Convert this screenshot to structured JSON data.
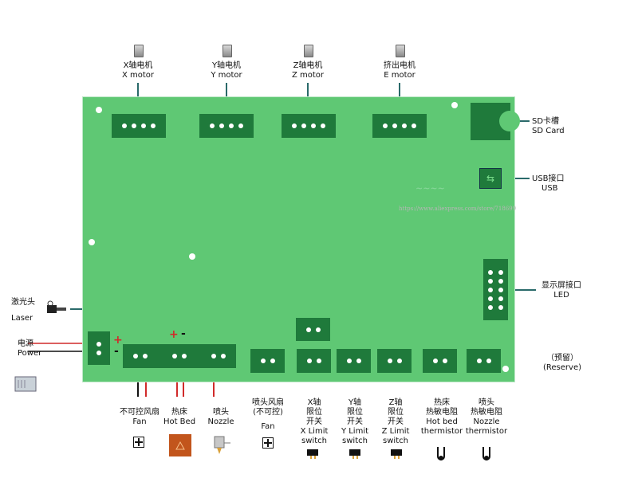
{
  "motors": [
    {
      "cn": "X轴电机",
      "en": "X motor"
    },
    {
      "cn": "Y轴电机",
      "en": "Y motor"
    },
    {
      "cn": "Z轴电机",
      "en": "Z motor"
    },
    {
      "cn": "挤出电机",
      "en": "E motor"
    }
  ],
  "right_labels": {
    "sd_cn": "SD卡槽",
    "sd_en": "SD Card",
    "usb_cn": "USB接口",
    "usb_en": "USB",
    "lcd_cn": "显示屏接口",
    "lcd_en": "LED",
    "reserve_cn": "（预留）",
    "reserve_en": "(Reserve)"
  },
  "left_labels": {
    "laser_cn": "激光头",
    "laser_en": "Laser",
    "power_cn": "电源",
    "power_en": "Power"
  },
  "polarity": {
    "plus": "+",
    "minus": "-"
  },
  "bottom_labels": [
    {
      "lines": [
        "不可控风扇",
        "Fan"
      ],
      "icon": "fan-icon"
    },
    {
      "lines": [
        "热床",
        "Hot Bed"
      ],
      "icon": "hot-bed-icon"
    },
    {
      "lines": [
        "喷头",
        "Nozzle"
      ],
      "icon": "nozzle-icon"
    },
    {
      "lines": [
        "喷头风扇",
        "(不可控)",
        "",
        "Fan"
      ],
      "icon": "fan-icon"
    },
    {
      "lines": [
        "X轴",
        "限位",
        "开关",
        "X Limit",
        "switch"
      ],
      "icon": "limit-switch-icon"
    },
    {
      "lines": [
        "Y轴",
        "限位",
        "开关",
        "Y Limit",
        "switch"
      ],
      "icon": "limit-switch-icon"
    },
    {
      "lines": [
        "Z轴",
        "限位",
        "开关",
        "Z Limit",
        "switch"
      ],
      "icon": "limit-switch-icon"
    },
    {
      "lines": [
        "热床",
        "热敏电阻",
        "Hot bed",
        "thermistor"
      ],
      "icon": "thermistor-icon"
    },
    {
      "lines": [
        "喷头",
        "热敏电阻",
        "Nozzle",
        "thermistor"
      ],
      "icon": "thermistor-icon"
    }
  ],
  "watermark": "https://www.aliexpress.com/store/718699",
  "colors": {
    "board": "#5fc874",
    "connector": "#1f7a3b",
    "wire_red": "#d12a2a",
    "wire_black": "#111111",
    "leader": "#2a6a6a"
  }
}
